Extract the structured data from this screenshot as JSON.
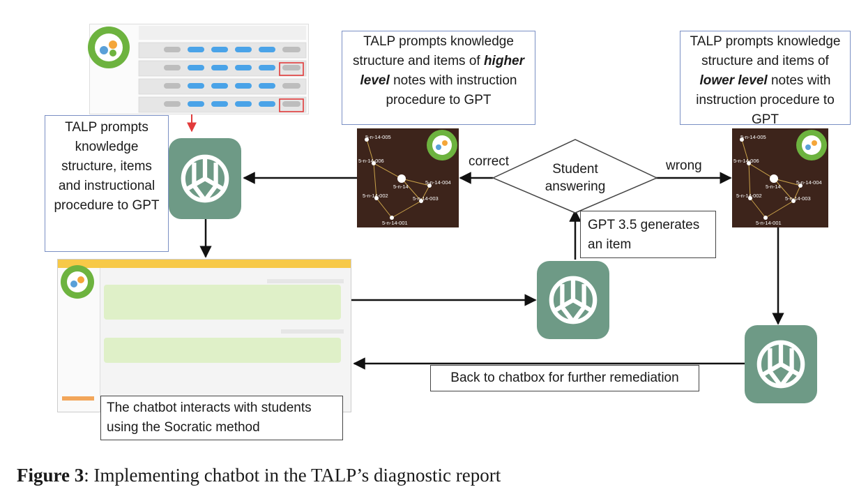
{
  "boxes": {
    "top_left_prompt": "TALP prompts knowledge structure, items and instructional procedure to GPT",
    "higher_prefix": "TALP prompts knowledge structure  and items of",
    "higher_emph": "higher level",
    "higher_suffix": "notes with instruction procedure to GPT",
    "lower_prefix": "TALP prompts knowledge structure  and items of",
    "lower_emph": "lower level",
    "lower_suffix": "notes with instruction procedure to GPT",
    "gpt_generates": "GPT 3.5 generates an item",
    "chatbot_socratic": "The chatbot interacts with students using the Socratic method",
    "back_to_chatbox": "Back to chatbox for further remediation"
  },
  "decision": {
    "label": "Student answering",
    "correct": "correct",
    "wrong": "wrong"
  },
  "caption": {
    "label": "Figure 3",
    "text": ": Implementing chatbot in the TALP’s diagnostic report"
  },
  "kmap_nodes": [
    "5-n-14-005",
    "5-n-14-006",
    "5-n-14",
    "5-n-14-004",
    "5-n-14-002",
    "5-n-14-003",
    "5-n-14-001"
  ],
  "colors": {
    "gpt": "#6e9a86",
    "kmap_bg": "#3d241b",
    "box_border": "#7a8fc4",
    "highlight": "#e23b3b"
  }
}
